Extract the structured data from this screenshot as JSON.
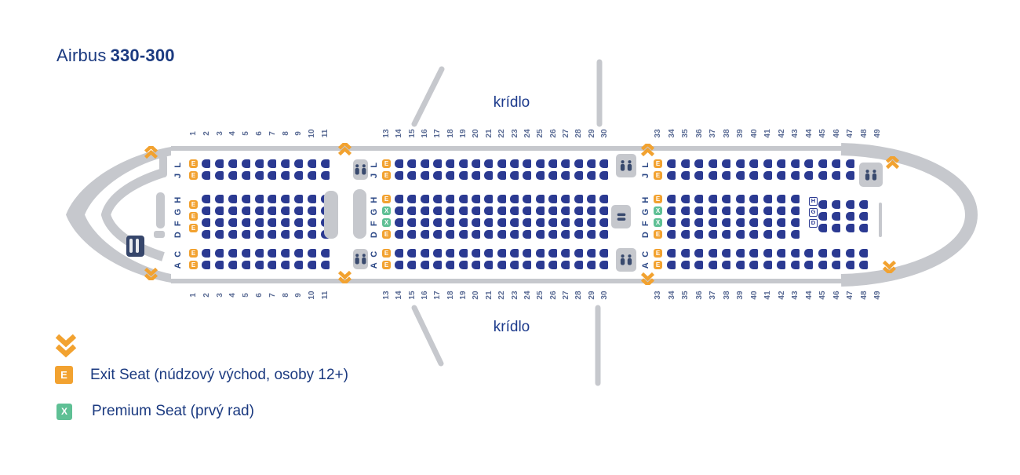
{
  "title": {
    "prefix": "Airbus",
    "model": "330-300"
  },
  "wing": {
    "top_label": "krídlo",
    "bottom_label": "krídlo"
  },
  "legend": {
    "exit_symbol": "E",
    "exit_label": "Exit Seat (núdzový východ, osoby 12+)",
    "premium_symbol": "X",
    "premium_label": "Premium Seat (prvý rad)"
  },
  "colors": {
    "seat_blue": "#2b3a92",
    "exit_orange": "#f2a230",
    "premium_green": "#5fc095",
    "fuselage_gray": "#c6c8cd",
    "label_blue": "#1b3a80",
    "number_slate": "#5a6b94"
  },
  "icons": {
    "exit_chevron": "orange-double-chevron",
    "lavatory": "two-person-figures",
    "galley": "trolley-shelves"
  },
  "cabin": {
    "letter_groups": [
      {
        "id": "JL",
        "label": "J L"
      },
      {
        "id": "DFGH",
        "label": "D F G H"
      },
      {
        "id": "AC",
        "label": "A C"
      }
    ],
    "tail_letter_boxes": [
      "H",
      "G",
      "D"
    ],
    "sections": [
      {
        "id": "front",
        "numbers": [
          1,
          2,
          3,
          4,
          5,
          6,
          7,
          8,
          9,
          10,
          11
        ],
        "bands": {
          "JL": {
            "special": {
              "1": [
                "E",
                "E"
              ]
            },
            "blue": [
              2,
              11
            ]
          },
          "DFGH": {
            "special": {
              "1": [
                "E",
                "E",
                "E"
              ]
            },
            "blue": [
              2,
              11
            ]
          },
          "AC": {
            "special": {
              "1": [
                "E",
                "E"
              ]
            },
            "blue": [
              2,
              11
            ]
          }
        }
      },
      {
        "id": "middle",
        "numbers": [
          13,
          14,
          15,
          16,
          17,
          18,
          19,
          20,
          21,
          22,
          23,
          24,
          25,
          26,
          27,
          28,
          29,
          30
        ],
        "bands": {
          "JL": {
            "special": {
              "13": [
                "E",
                "E"
              ]
            },
            "blue": [
              14,
              30
            ]
          },
          "DFGH": {
            "special": {
              "13": [
                "E",
                "X",
                "X",
                "E"
              ]
            },
            "blue": [
              14,
              30
            ]
          },
          "AC": {
            "special": {
              "13": [
                "E",
                "E"
              ]
            },
            "blue": [
              14,
              30
            ]
          }
        }
      },
      {
        "id": "rear",
        "numbers": [
          33,
          34,
          35,
          36,
          37,
          38,
          39,
          40,
          41,
          42,
          43,
          44,
          45,
          46,
          47,
          48,
          49
        ],
        "bands": {
          "JL": {
            "special": {
              "33": [
                "E",
                "E"
              ]
            },
            "blue": [
              34,
              47
            ]
          },
          "DFGH": {
            "special": {
              "33": [
                "E",
                "X",
                "X",
                "E"
              ]
            },
            "blue": [
              34,
              43
            ],
            "blue3": [
              45,
              48
            ],
            "letter_box_row": 44
          },
          "AC": {
            "special": {
              "33": [
                "E",
                "E"
              ]
            },
            "blue": [
              34,
              48
            ]
          }
        }
      }
    ]
  }
}
